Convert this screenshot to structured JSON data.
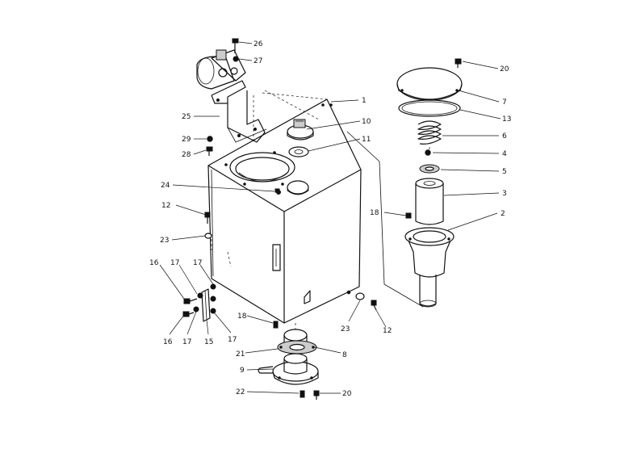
{
  "diagram": {
    "callouts": [
      {
        "id": "c-26a",
        "label": "26"
      },
      {
        "id": "c-27",
        "label": "27"
      },
      {
        "id": "c-25",
        "label": "25"
      },
      {
        "id": "c-29",
        "label": "29"
      },
      {
        "id": "c-28",
        "label": "28"
      },
      {
        "id": "c-1",
        "label": "1"
      },
      {
        "id": "c-10",
        "label": "10"
      },
      {
        "id": "c-11",
        "label": "11"
      },
      {
        "id": "c-24",
        "label": "24"
      },
      {
        "id": "c-12a",
        "label": "12"
      },
      {
        "id": "c-23a",
        "label": "23"
      },
      {
        "id": "c-16a",
        "label": "16"
      },
      {
        "id": "c-17a",
        "label": "17"
      },
      {
        "id": "c-17b",
        "label": "17"
      },
      {
        "id": "c-16b",
        "label": "16"
      },
      {
        "id": "c-17c",
        "label": "17"
      },
      {
        "id": "c-15",
        "label": "15"
      },
      {
        "id": "c-17d",
        "label": "17"
      },
      {
        "id": "c-18a",
        "label": "18"
      },
      {
        "id": "c-21",
        "label": "21"
      },
      {
        "id": "c-8",
        "label": "8"
      },
      {
        "id": "c-9",
        "label": "9"
      },
      {
        "id": "c-22",
        "label": "22"
      },
      {
        "id": "c-20a",
        "label": "20"
      },
      {
        "id": "c-23b",
        "label": "23"
      },
      {
        "id": "c-12b",
        "label": "12"
      },
      {
        "id": "c-20b",
        "label": "20"
      },
      {
        "id": "c-7",
        "label": "7"
      },
      {
        "id": "c-13",
        "label": "13"
      },
      {
        "id": "c-6",
        "label": "6"
      },
      {
        "id": "c-4",
        "label": "4"
      },
      {
        "id": "c-5",
        "label": "5"
      },
      {
        "id": "c-3",
        "label": "3"
      },
      {
        "id": "c-18b",
        "label": "18"
      },
      {
        "id": "c-2",
        "label": "2"
      }
    ]
  }
}
